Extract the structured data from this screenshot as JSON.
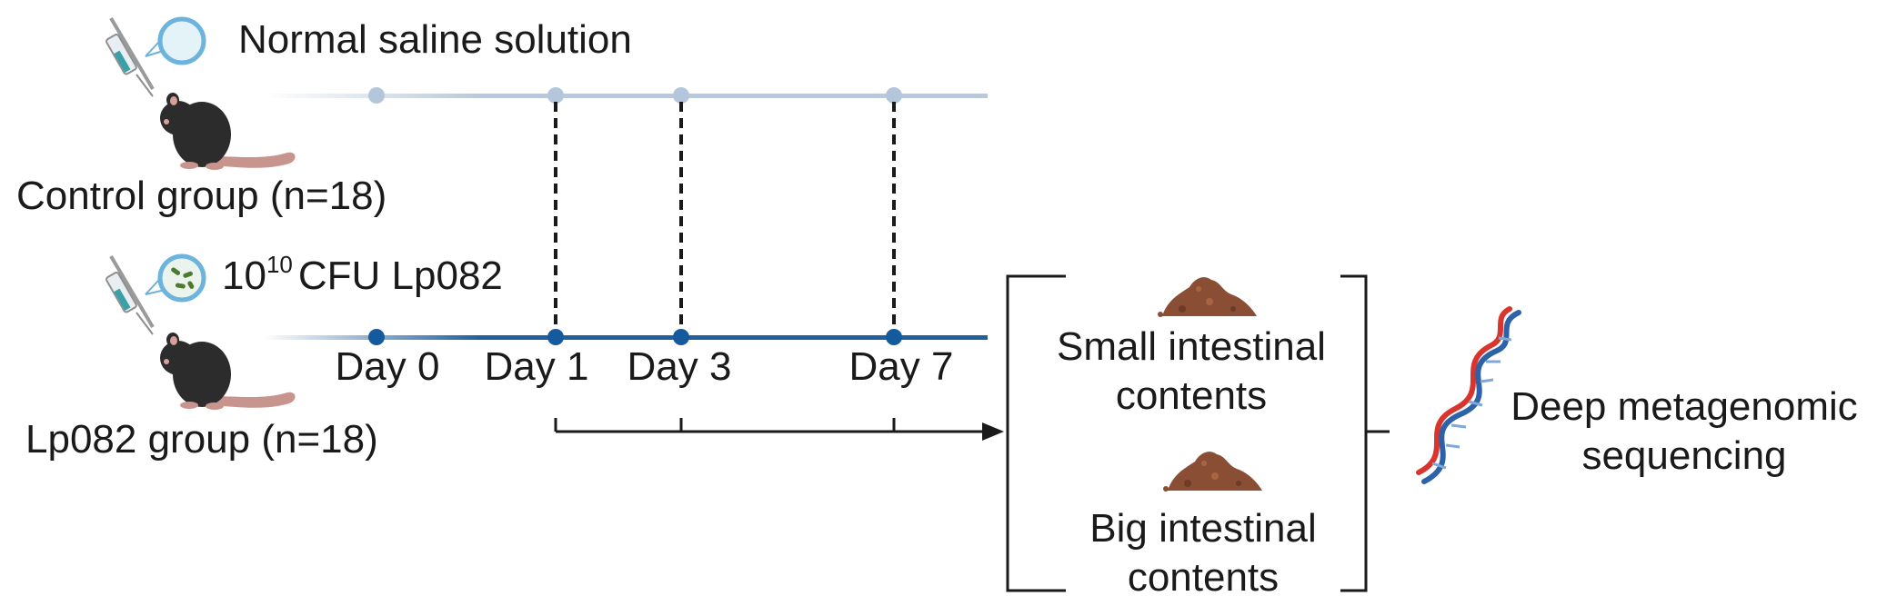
{
  "control": {
    "treatment": "Normal saline solution",
    "group_label": "Control group (n=18)"
  },
  "lp082": {
    "dose_base": "10",
    "dose_exp": "10",
    "dose_rest": "CFU Lp082",
    "group_label": "Lp082 group (n=18)"
  },
  "timeline": {
    "days": [
      "Day 0",
      "Day 1",
      "Day 3",
      "Day 7"
    ]
  },
  "samples": {
    "small_line1": "Small intestinal",
    "small_line2": "contents",
    "big_line1": "Big intestinal",
    "big_line2": "contents"
  },
  "output": {
    "line1": "Deep metagenomic",
    "line2": "sequencing"
  },
  "colors": {
    "control_line": "#b7c9de",
    "control_dot": "#b4c6db",
    "lp_line": "#1f5f9e",
    "lp_dot": "#155a9c",
    "soil": "#8a4e35",
    "dna_red": "#d8352e",
    "dna_blue": "#2b62a8",
    "syringe_liquid": "#3aa0a8",
    "mouse": "#2c2c2c",
    "tail": "#c8958e"
  }
}
